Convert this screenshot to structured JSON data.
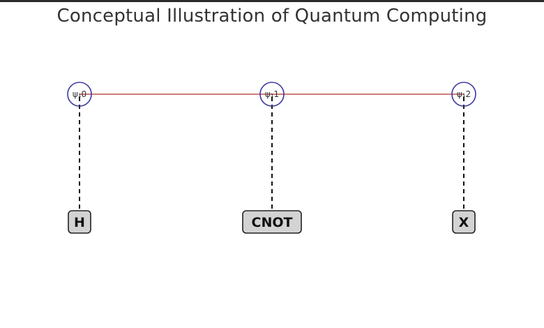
{
  "title": "Conceptual Illustration of Quantum Computing",
  "colors": {
    "qubit_circle": "#3a3aa0",
    "connector": "#c0504d",
    "dashed_line": "#111111",
    "gate_fill": "#d3d3d3",
    "gate_border": "#222222"
  },
  "qubits": [
    {
      "label": "ψ₁0",
      "gate": "H"
    },
    {
      "label": "ψ₁1",
      "gate": "CNOT"
    },
    {
      "label": "ψ₁2",
      "gate": "X"
    }
  ]
}
